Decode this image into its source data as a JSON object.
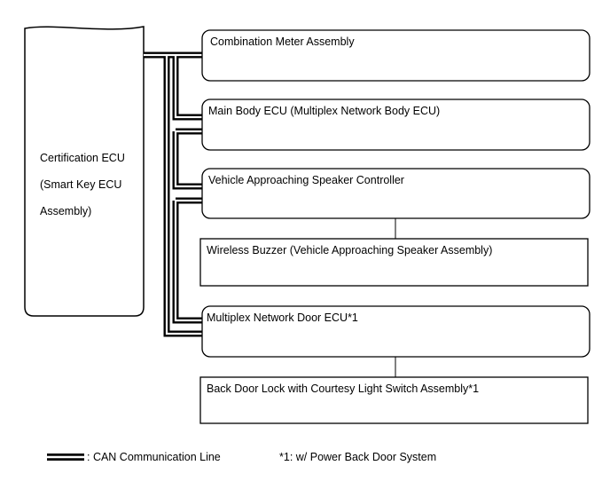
{
  "ecu": {
    "label_lines": [
      "Certification ECU",
      "(Smart Key ECU",
      "Assembly)"
    ]
  },
  "components": [
    {
      "label": "Combination Meter Assembly"
    },
    {
      "label": "Main Body ECU (Multiplex Network Body ECU)"
    },
    {
      "label": "Vehicle Approaching Speaker Controller"
    },
    {
      "label": "Wireless Buzzer (Vehicle Approaching Speaker Assembly)"
    },
    {
      "label": "Multiplex Network Door ECU*1"
    },
    {
      "label": "Back Door Lock with Courtesy Light Switch Assembly*1"
    }
  ],
  "legend": {
    "can_line_label": ": CAN Communication Line",
    "note": "*1: w/ Power Back Door System"
  }
}
